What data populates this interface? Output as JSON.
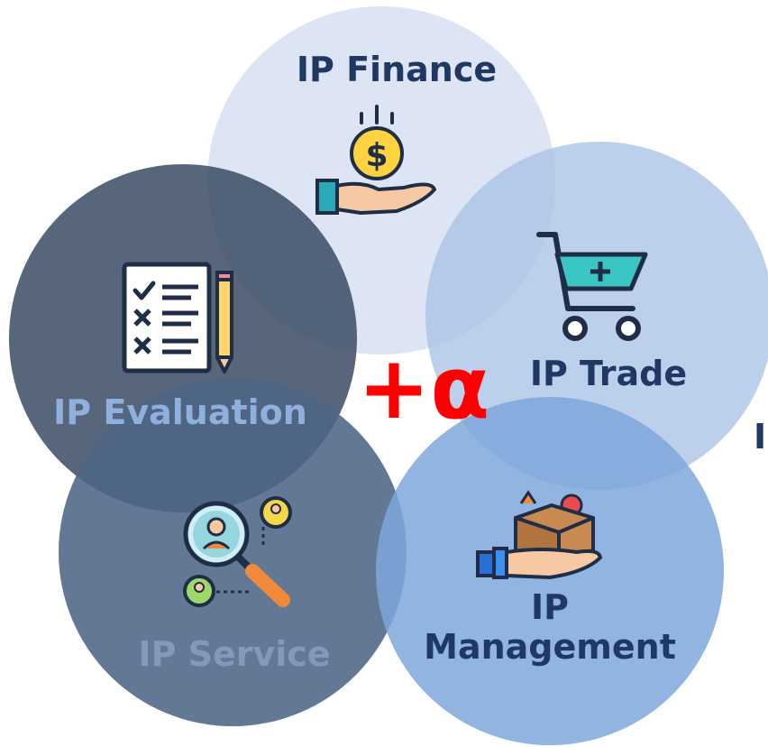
{
  "colors": {
    "finance_circle": "#dae3f3",
    "trade_circle": "#a9c3e6",
    "evaluation_circle": "#33445e",
    "service_circle": "#4d6585",
    "management_circle": "#7ea7dc",
    "dark_label": "#1f3864",
    "light_label_evaluation": "#8fb0dc",
    "light_label_service": "#8299b8",
    "plus_alpha": "#ff0000"
  },
  "center_mark": "+α",
  "edge_fragment": "I",
  "nodes": [
    {
      "id": "finance",
      "label": "IP Finance",
      "icon": "money-in-hand-icon"
    },
    {
      "id": "trade",
      "label": "IP Trade",
      "icon": "shopping-cart-icon"
    },
    {
      "id": "evaluation",
      "label": "IP Evaluation",
      "icon": "checklist-pencil-icon"
    },
    {
      "id": "service",
      "label": "IP Service",
      "icon": "magnifier-people-icon"
    },
    {
      "id": "management",
      "label_line1": "IP",
      "label_line2": "Management",
      "icon": "box-in-hand-icon"
    }
  ]
}
